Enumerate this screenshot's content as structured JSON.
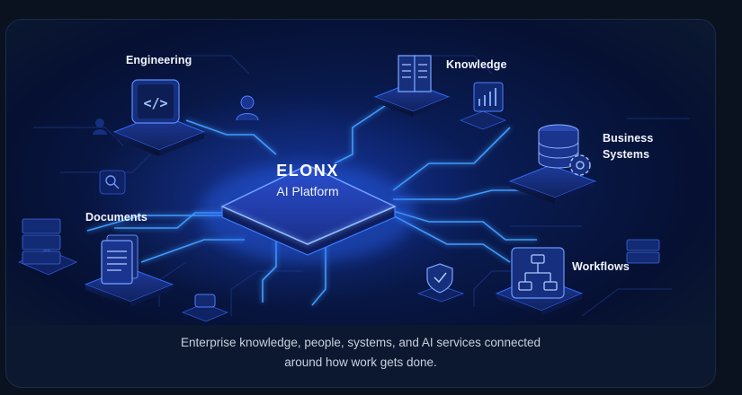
{
  "diagram": {
    "brand": "ELONX",
    "product": "AI Platform",
    "nodes": {
      "engineering": "Engineering",
      "knowledge": "Knowledge",
      "business_line1": "Business",
      "business_line2": "Systems",
      "documents": "Documents",
      "workflows": "Workflows"
    },
    "icons": [
      "code-icon",
      "book-icon",
      "database-icon",
      "gear-icon",
      "document-icon",
      "flowchart-icon",
      "shield-check-icon",
      "chart-icon",
      "search-icon",
      "user-icon",
      "server-icon"
    ]
  },
  "caption": {
    "line1": "Enterprise knowledge, people, systems, and AI services connected",
    "line2": "around how work gets done."
  },
  "colors": {
    "background": "#0a1220",
    "card": "#0b1830",
    "glow": "#3d7bff",
    "line": "#4aa3ff",
    "text": "#ffffff",
    "caption": "#c8d0de"
  }
}
